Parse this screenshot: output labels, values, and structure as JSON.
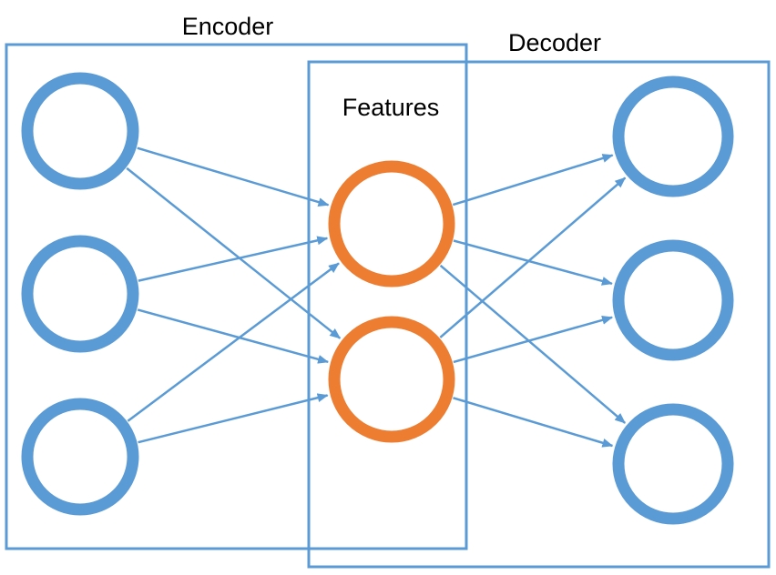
{
  "labels": {
    "encoder": "Encoder",
    "decoder": "Decoder",
    "features": "Features"
  },
  "colors": {
    "blue": "#5b9bd5",
    "orange": "#ed7d31",
    "background": "#ffffff"
  },
  "nodes": {
    "input": [
      "input-node-1",
      "input-node-2",
      "input-node-3"
    ],
    "feature": [
      "feature-node-1",
      "feature-node-2"
    ],
    "output": [
      "output-node-1",
      "output-node-2",
      "output-node-3"
    ]
  },
  "edges": {
    "encoder": [
      [
        "input-node-1",
        "feature-node-1"
      ],
      [
        "input-node-1",
        "feature-node-2"
      ],
      [
        "input-node-2",
        "feature-node-1"
      ],
      [
        "input-node-2",
        "feature-node-2"
      ],
      [
        "input-node-3",
        "feature-node-1"
      ],
      [
        "input-node-3",
        "feature-node-2"
      ]
    ],
    "decoder": [
      [
        "feature-node-1",
        "output-node-1"
      ],
      [
        "feature-node-1",
        "output-node-2"
      ],
      [
        "feature-node-1",
        "output-node-3"
      ],
      [
        "feature-node-2",
        "output-node-1"
      ],
      [
        "feature-node-2",
        "output-node-2"
      ],
      [
        "feature-node-2",
        "output-node-3"
      ]
    ]
  }
}
